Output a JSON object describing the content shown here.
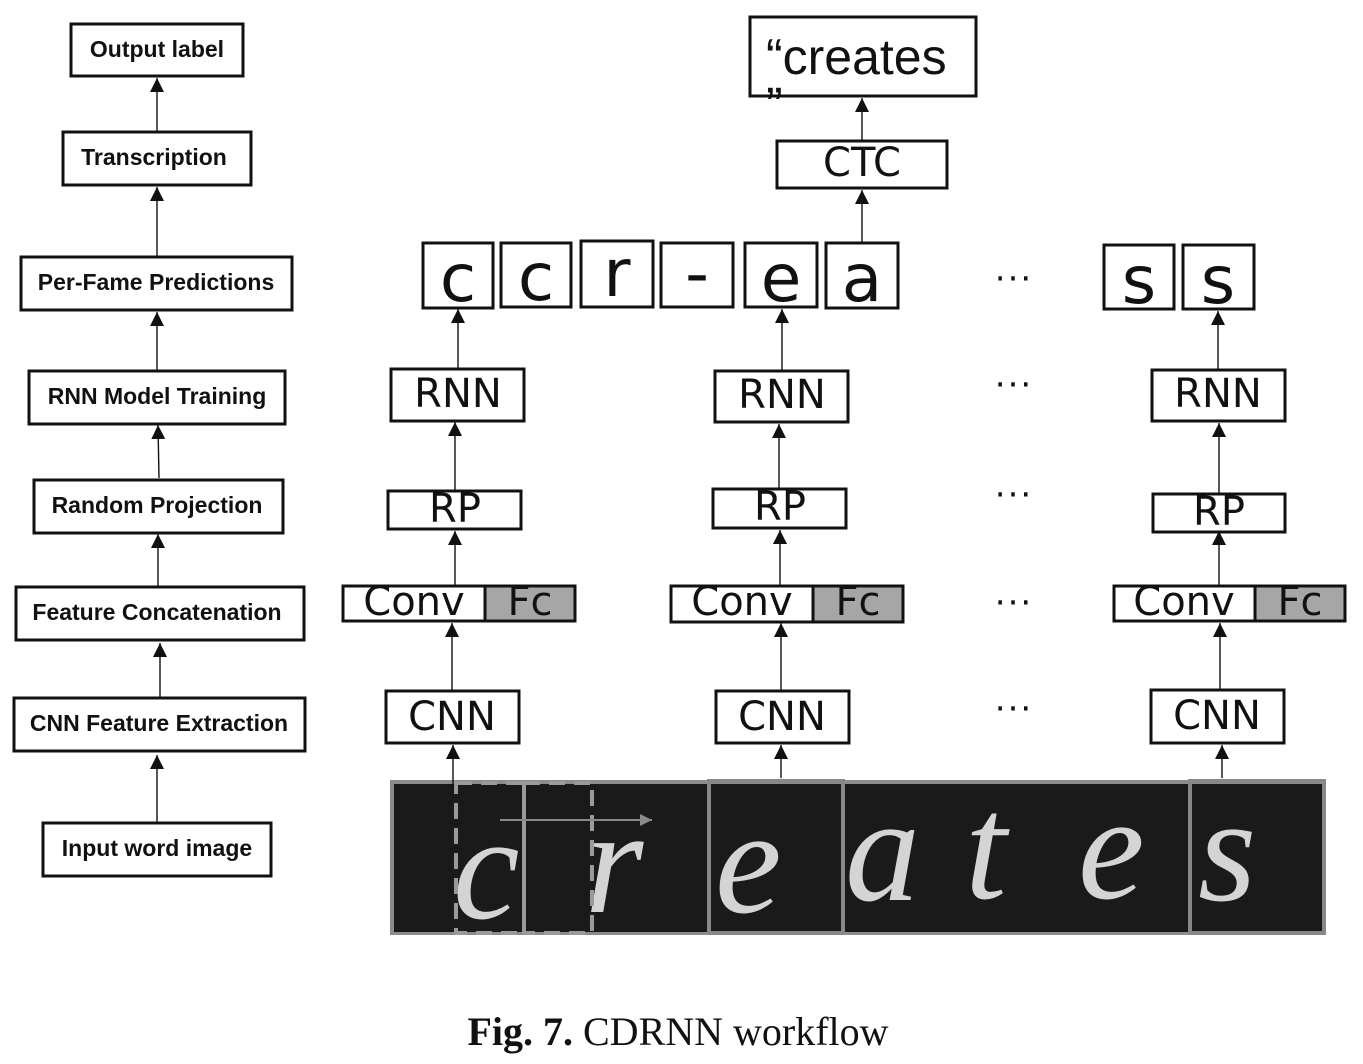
{
  "pipeline_steps": [
    "Input word image",
    "CNN Feature Extraction",
    "Feature Concatenation",
    "Random Projection",
    "RNN Model Training",
    "Per-Fame Predictions",
    "Transcription",
    "Output label"
  ],
  "modules": {
    "cnn": "CNN",
    "conv": "Conv",
    "fc": "Fc",
    "rp": "RP",
    "rnn": "RNN",
    "ctc": "CTC"
  },
  "frame_predictions": [
    "c",
    "c",
    "r",
    "-",
    "e",
    "a",
    "s",
    "s"
  ],
  "ellipsis": "···",
  "output_text": "“creates",
  "output_quote_close": "”",
  "word_image_letters": [
    "c",
    "r",
    "e",
    "a",
    "t",
    "e",
    "s"
  ],
  "caption": {
    "label": "Fig. 7.",
    "text": "CDRNN workflow"
  },
  "colors": {
    "fc_fill": "#a6a6a6",
    "image_background": "#1a1a1a",
    "window_outline": "#888888"
  }
}
